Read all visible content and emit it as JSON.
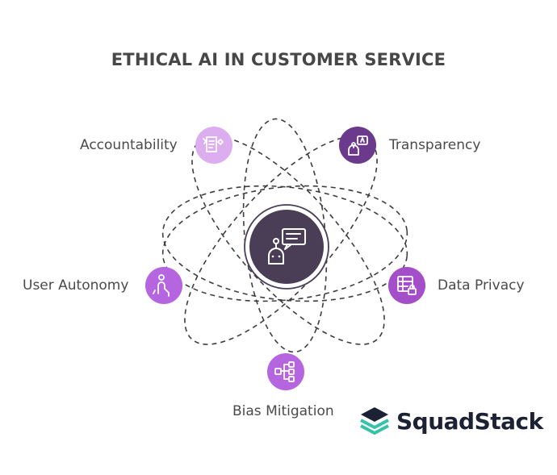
{
  "title": "ETHICAL AI IN CUSTOMER SERVICE",
  "center": {
    "icon": "ai-chatbot-icon",
    "color": "#4a3d56"
  },
  "nodes": [
    {
      "label": "Accountability",
      "icon": "accountability-icon",
      "color": "#dcaef0"
    },
    {
      "label": "Transparency",
      "icon": "transparency-icon",
      "color": "#6b3a8c"
    },
    {
      "label": "User Autonomy",
      "icon": "user-autonomy-icon",
      "color": "#b665e0"
    },
    {
      "label": "Data Privacy",
      "icon": "data-privacy-icon",
      "color": "#a24fc9"
    },
    {
      "label": "Bias Mitigation",
      "icon": "bias-mitigation-icon",
      "color": "#b665e0"
    }
  ],
  "logo": {
    "text": "SquadStack",
    "icon": "squadstack-logo-icon"
  }
}
